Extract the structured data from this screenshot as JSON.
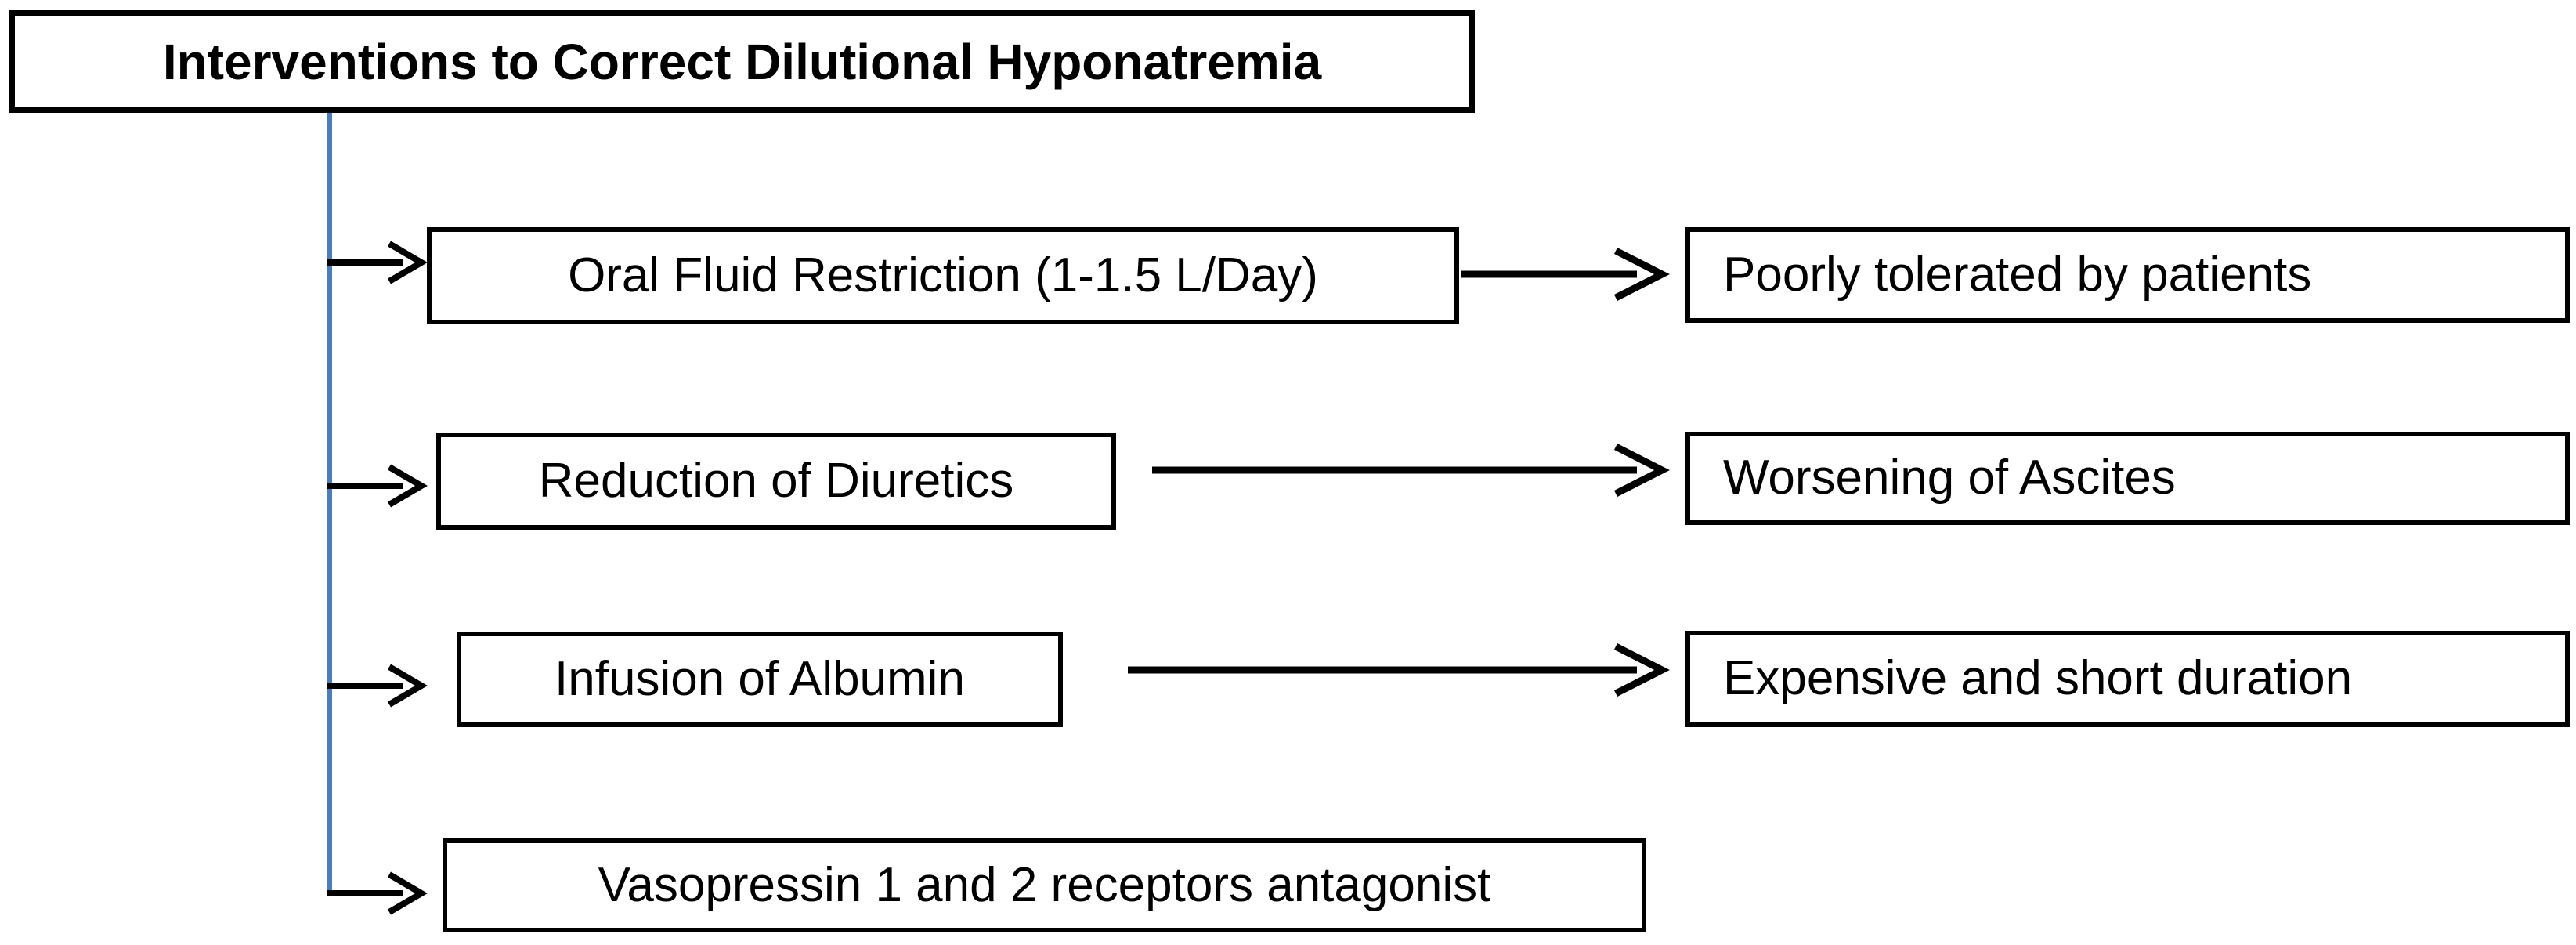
{
  "diagram": {
    "title": "Interventions to Correct Dilutional Hyponatremia",
    "rows": [
      {
        "intervention": "Oral Fluid Restriction (1-1.5 L/Day)",
        "limitation": "Poorly tolerated by patients"
      },
      {
        "intervention": "Reduction of Diuretics",
        "limitation": "Worsening of Ascites"
      },
      {
        "intervention": "Infusion of Albumin",
        "limitation": "Expensive and short duration"
      },
      {
        "intervention": "Vasopressin 1 and 2 receptors antagonist",
        "limitation": ""
      }
    ],
    "colors": {
      "connector_blue": "#4a7ebb",
      "line_black": "#000000",
      "background": "#ffffff"
    }
  }
}
